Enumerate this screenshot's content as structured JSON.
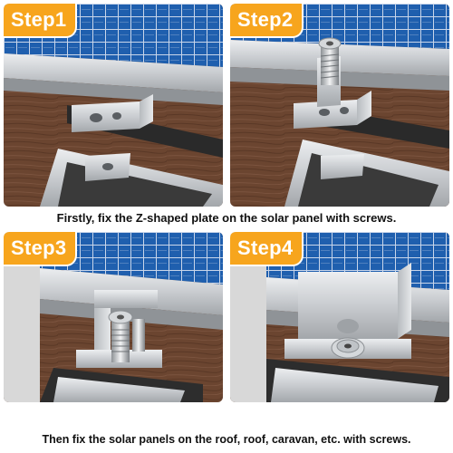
{
  "colors": {
    "badge": "#f7a51d",
    "solar_cell": "#1f5fae",
    "roof_wood": "#6b4530",
    "aluminum": "#c9ccd0"
  },
  "steps": [
    {
      "label": "Step1",
      "icon": "z-bracket-plate"
    },
    {
      "label": "Step2",
      "icon": "z-bracket-screw"
    },
    {
      "label": "Step3",
      "icon": "z-bracket-screw-tightened"
    },
    {
      "label": "Step4",
      "icon": "z-bracket-installed"
    }
  ],
  "captions": {
    "top": "Firstly, fix the Z-shaped plate on the solar panel with screws.",
    "bottom": "Then fix the solar panels on the roof, roof, caravan, etc. with screws."
  }
}
